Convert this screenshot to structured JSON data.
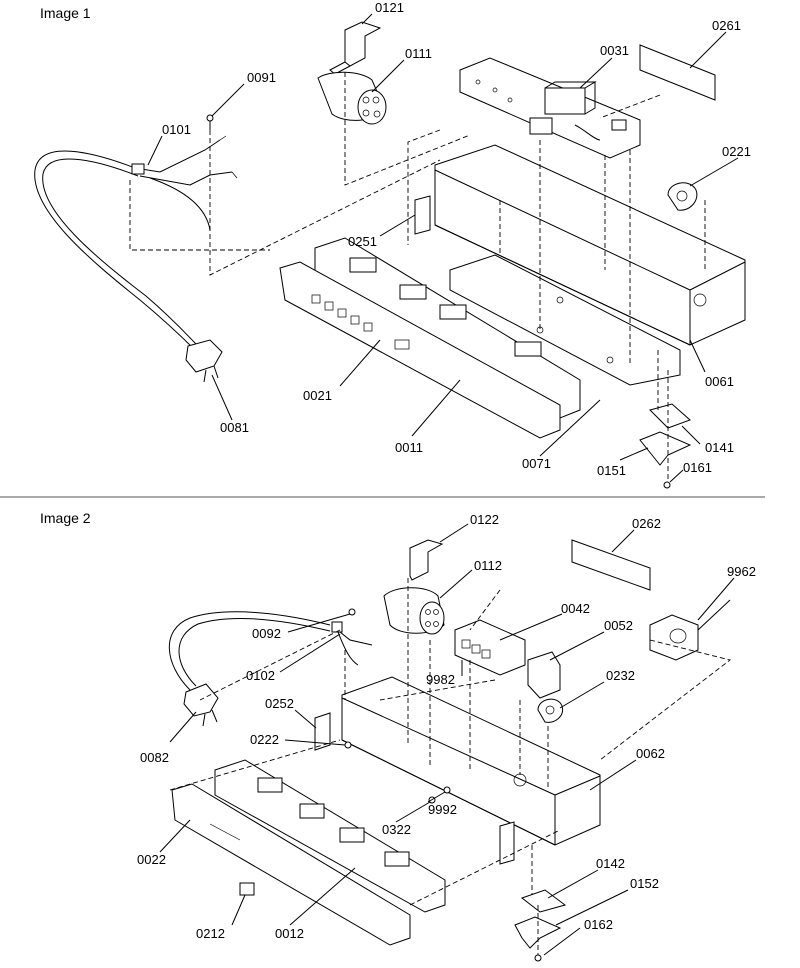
{
  "panels": [
    {
      "title": "Image 1"
    },
    {
      "title": "Image 2"
    }
  ],
  "callouts": {
    "p0121": "0121",
    "p0111": "0111",
    "p0091": "0091",
    "p0101": "0101",
    "p0031": "0031",
    "p0261": "0261",
    "p0221": "0221",
    "p0251": "0251",
    "p0021": "0021",
    "p0011": "0011",
    "p0071": "0071",
    "p0061": "0061",
    "p0081": "0081",
    "p0141": "0141",
    "p0151": "0151",
    "p0161": "0161",
    "p0122": "0122",
    "p0262": "0262",
    "p0112": "0112",
    "p9962": "9962",
    "p0042": "0042",
    "p0052": "0052",
    "p0092": "0092",
    "p0102": "0102",
    "p9982": "9982",
    "p0232": "0232",
    "p0252": "0252",
    "p0222": "0222",
    "p0082": "0082",
    "p0062": "0062",
    "p9992": "9992",
    "p0322": "0322",
    "p0022": "0022",
    "p0142": "0142",
    "p0152": "0152",
    "p0212": "0212",
    "p0012": "0012",
    "p0162": "0162"
  }
}
